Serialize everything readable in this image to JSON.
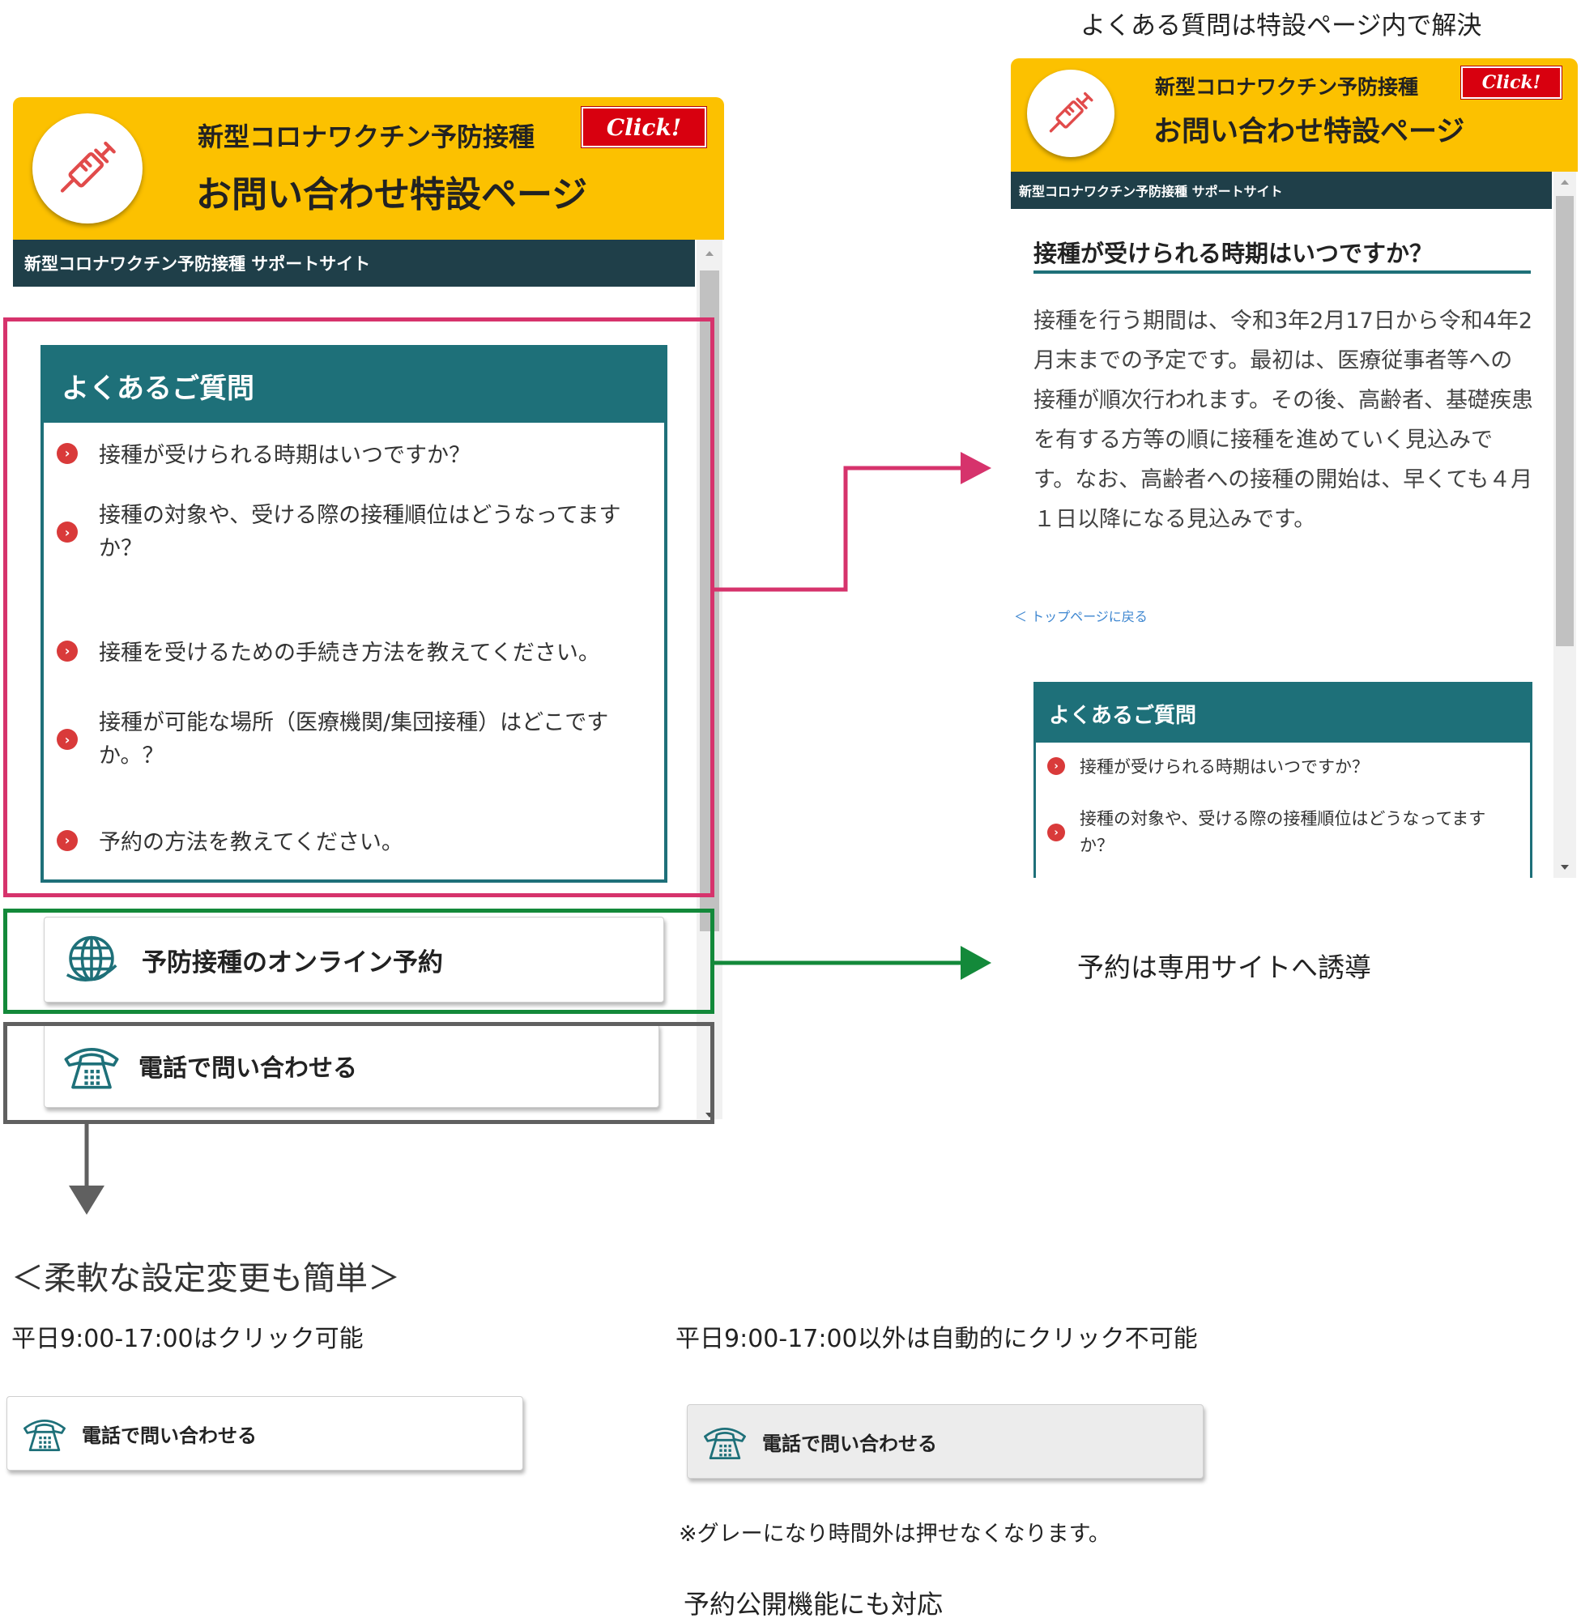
{
  "annotations": {
    "top_right_caption": "よくある質問は特設ページ内で解決",
    "reservation_caption": "予約は専用サイトへ誘導",
    "flexible_heading": "＜柔軟な設定変更も簡単＞",
    "weekday_enabled": "平日9:00-17:00はクリック可能",
    "weekday_disabled": "平日9:00-17:00以外は自動的にクリック不可能",
    "gray_note": "※グレーになり時間外は押せなくなります。",
    "reservation_publish": "予約公開機能にも対応"
  },
  "header": {
    "line1": "新型コロナワクチン予防接種",
    "line2": "お問い合わせ特設ページ",
    "click_label": "Click!",
    "subbar": "新型コロナワクチン予防接種 サポートサイト",
    "icon": "syringe-icon"
  },
  "faq": {
    "title": "よくあるご質問",
    "items": [
      "接種が受けられる時期はいつですか？",
      "接種の対象や、受ける際の接種順位はどうなってますか？",
      "接種を受けるための手続き方法を教えてください。",
      "接種が可能な場所（医療機関/集団接種）はどこですか。？",
      "予約の方法を教えてください。"
    ]
  },
  "buttons": {
    "online_reservation": "予防接種のオンライン予約",
    "phone": "電話で問い合わせる",
    "online_icon": "globe-icon",
    "phone_icon": "telephone-icon"
  },
  "article": {
    "title": "接種が受けられる時期はいつですか？",
    "body": "接種を行う期間は、令和3年2月17日から令和4年2月末までの予定です。最初は、医療従事者等への接種が順次行われます。その後、高齢者、基礎疾患を有する方等の順に接種を進めていく見込みです。なお、高齢者への接種の開始は、早くても４月１日以降になる見込みです。",
    "back_link": "＜ トップページに戻る"
  },
  "colors": {
    "header_yellow": "#fcc100",
    "teal": "#1e7079",
    "navy": "#1f3f49",
    "click_red": "#d8000f",
    "frame_pink": "#d6336c",
    "frame_green": "#13893a",
    "frame_gray": "#606060"
  }
}
